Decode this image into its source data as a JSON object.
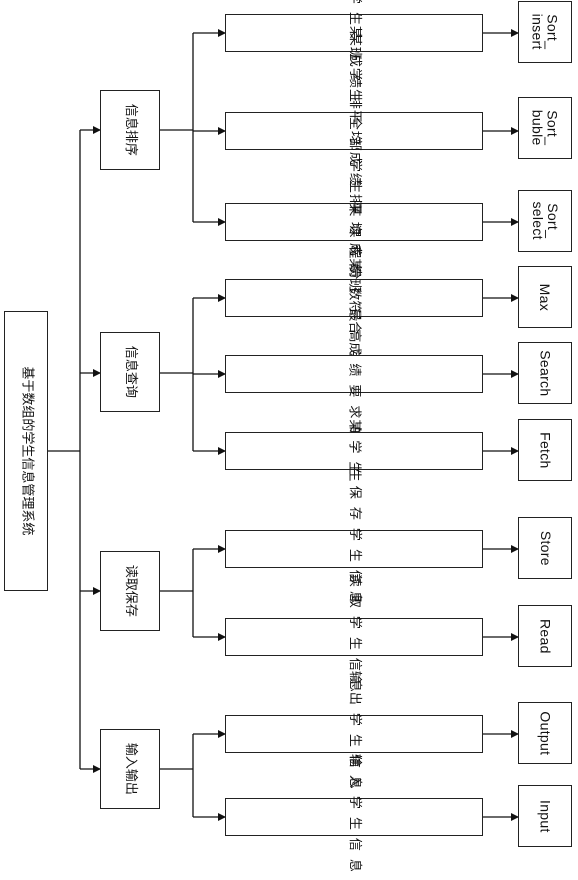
{
  "root": {
    "label": "基于数组的学生信息管理系统"
  },
  "categories": [
    {
      "label": "信息排序",
      "functions": [
        {
          "label": "某专业学生某成绩排序",
          "module": "Sort_\ninsert"
        },
        {
          "label": "某班学生平均成绩排序",
          "module": "Sort_\nbuble"
        },
        {
          "label": "全部学生平均成绩排序",
          "module": "Sort_\nselect"
        }
      ]
    },
    {
      "label": "信息查询",
      "functions": [
        {
          "label": "某课程分数最高学生",
          "module": "Max"
        },
        {
          "label": "某班符合成绩要求的学生",
          "module": "Search"
        },
        {
          "label": "某学生",
          "module": "Fetch"
        }
      ]
    },
    {
      "label": "读取保存",
      "functions": [
        {
          "label": "保存学生信息",
          "module": "Store"
        },
        {
          "label": "读取学生信息",
          "module": "Read"
        }
      ]
    },
    {
      "label": "输入输出",
      "functions": [
        {
          "label": "输出学生信息",
          "module": "Output"
        },
        {
          "label": "输入学生信息",
          "module": "Input"
        }
      ]
    }
  ]
}
